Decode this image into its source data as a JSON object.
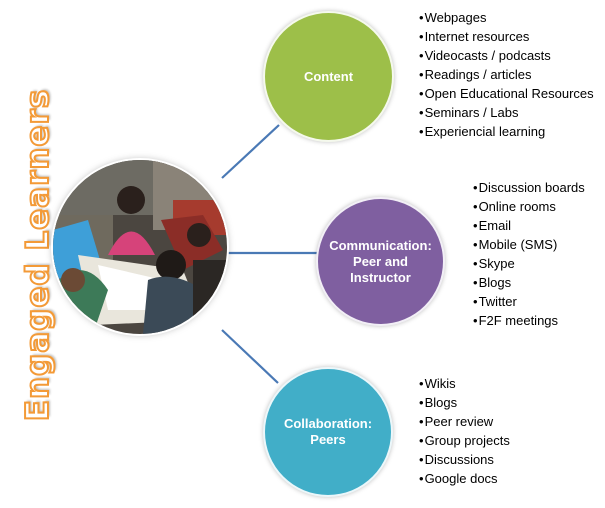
{
  "title": "Engaged Learners",
  "colors": {
    "content": "#9dbf49",
    "communication": "#7f5fa0",
    "collaboration": "#41aec8",
    "connector": "#4a79b5",
    "title_stroke": "#f39a37"
  },
  "nodes": [
    {
      "label": "Content",
      "items": [
        "Webpages",
        "Internet resources",
        "Videocasts / podcasts",
        "Readings / articles",
        "Open Educational Resources",
        "Seminars / Labs",
        "Experiencial learning"
      ]
    },
    {
      "label": "Communication: Peer and Instructor",
      "items": [
        "Discussion boards",
        "Online rooms",
        "Email",
        "Mobile (SMS)",
        "Skype",
        "Blogs",
        "Twitter",
        "F2F meetings"
      ]
    },
    {
      "label": "Collaboration: Peers",
      "items": [
        "Wikis",
        "Blogs",
        "Peer review",
        "Group projects",
        "Discussions",
        "Google docs"
      ]
    }
  ]
}
